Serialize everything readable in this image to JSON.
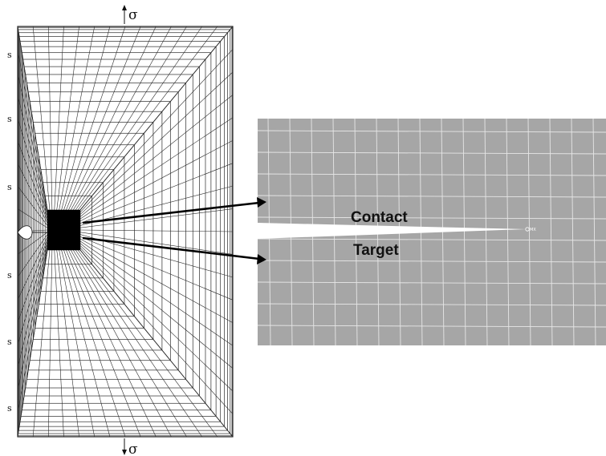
{
  "stress": {
    "top_symbol": "σ",
    "bottom_symbol": "σ"
  },
  "side_labels": [
    "s",
    "s",
    "s",
    "s",
    "s",
    "s"
  ],
  "zoom": {
    "upper_label": "Contact",
    "lower_label": "Target",
    "tip_node_label": "MX"
  },
  "colors": {
    "mesh_line": "#2a2a2a",
    "zoom_background": "#a6a6a6",
    "zoom_grid": "#e6e6e6",
    "crack": "#ffffff",
    "dense_core": "#000000"
  }
}
